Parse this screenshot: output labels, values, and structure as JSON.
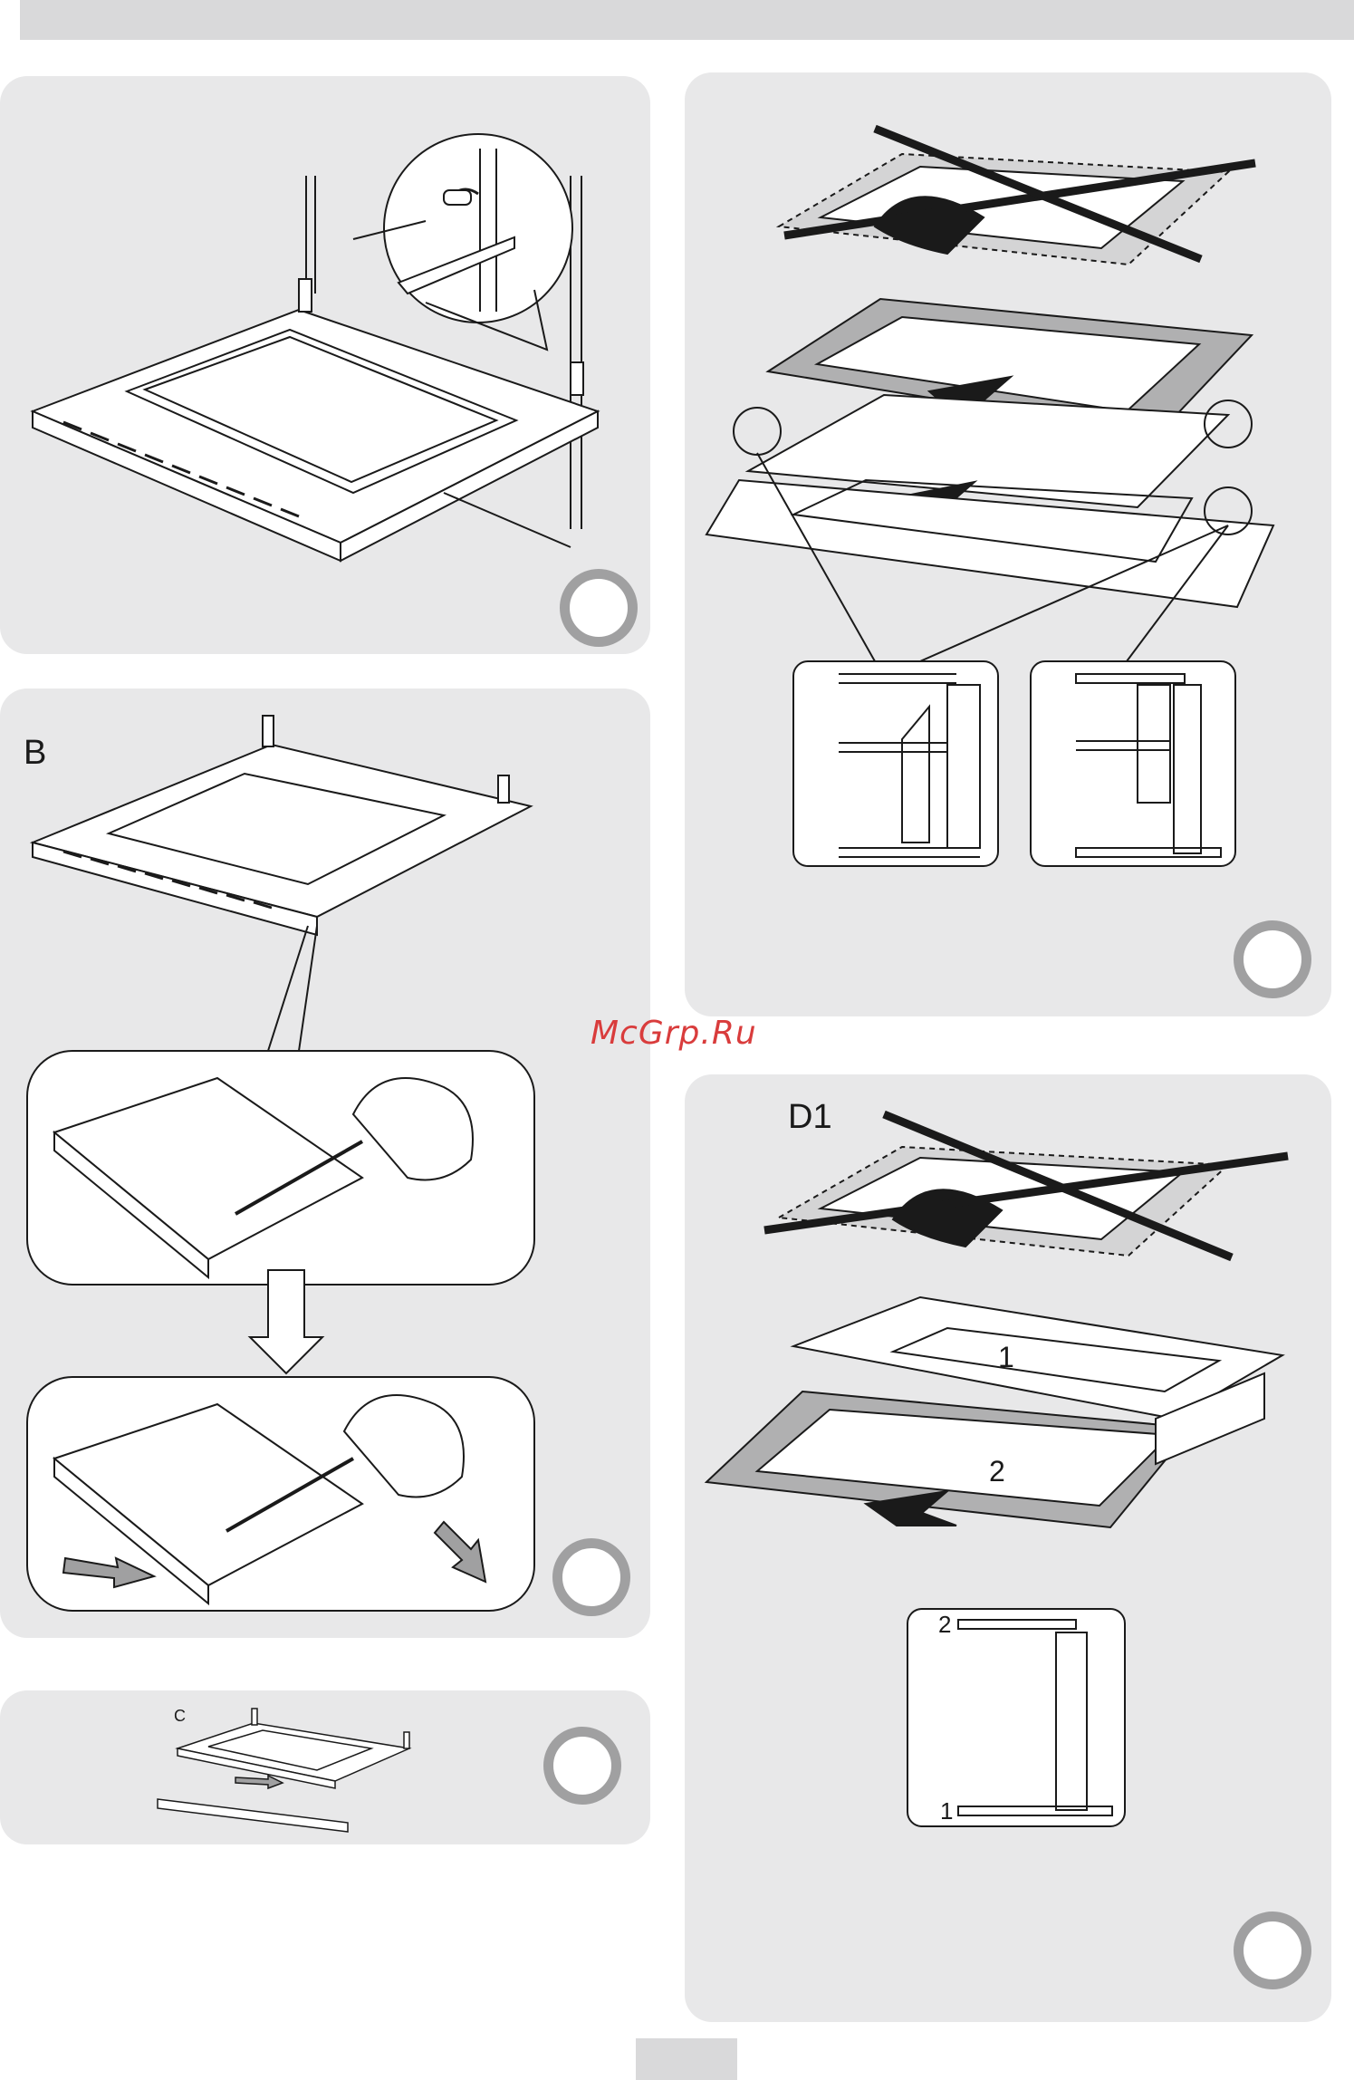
{
  "watermark": "McGrp.Ru",
  "labels": {
    "b": "B",
    "c": "C",
    "d1": "D1",
    "d1_part1": "1",
    "d1_part2": "2",
    "d1_detail_2": "2",
    "d1_detail_1": "1"
  },
  "colors": {
    "panel": "#e8e8e9",
    "bar": "#d9d9da",
    "circle": "#a0a0a1",
    "line": "#1a1a1a",
    "watermark": "#d93c3c"
  }
}
